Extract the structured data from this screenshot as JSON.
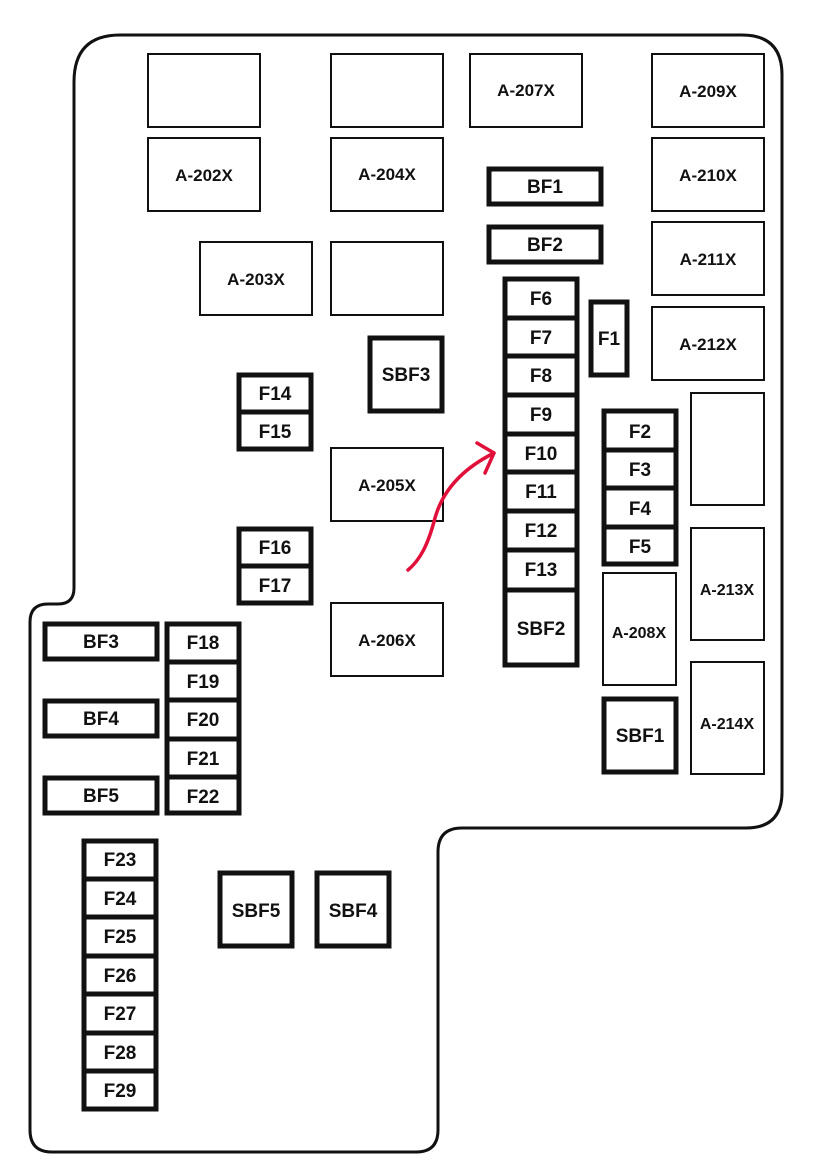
{
  "diagram": {
    "colors": {
      "background": "#ffffff",
      "outline": "#111111",
      "arrow": "#e0103a"
    },
    "relays": {
      "r_top1": "",
      "r_top2": "",
      "a207": "A-207X",
      "a209": "A-209X",
      "a202": "A-202X",
      "a204": "A-204X",
      "a210": "A-210X",
      "a203": "A-203X",
      "r_mid": "",
      "a211": "A-211X",
      "a212": "A-212X",
      "r_side": "",
      "a205": "A-205X",
      "a213": "A-213X",
      "a208": "A-208X",
      "a206": "A-206X",
      "a214": "A-214X"
    },
    "fuses": {
      "bf1": "BF1",
      "bf2": "BF2",
      "bf3": "BF3",
      "bf4": "BF4",
      "bf5": "BF5",
      "sbf1": "SBF1",
      "sbf2": "SBF2",
      "sbf3": "SBF3",
      "sbf4": "SBF4",
      "sbf5": "SBF5",
      "f1": "F1",
      "f2": "F2",
      "f3": "F3",
      "f4": "F4",
      "f5": "F5",
      "f6": "F6",
      "f7": "F7",
      "f8": "F8",
      "f9": "F9",
      "f10": "F10",
      "f11": "F11",
      "f12": "F12",
      "f13": "F13",
      "f14": "F14",
      "f15": "F15",
      "f16": "F16",
      "f17": "F17",
      "f18": "F18",
      "f19": "F19",
      "f20": "F20",
      "f21": "F21",
      "f22": "F22",
      "f23": "F23",
      "f24": "F24",
      "f25": "F25",
      "f26": "F26",
      "f27": "F27",
      "f28": "F28",
      "f29": "F29"
    }
  }
}
